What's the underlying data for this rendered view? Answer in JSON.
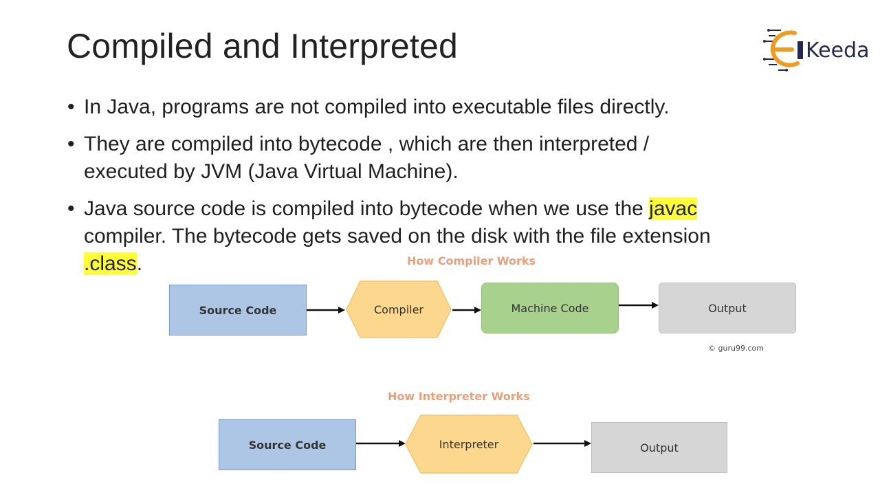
{
  "slide": {
    "title": "Compiled and Interpreted",
    "logo": {
      "text": "Keeda",
      "icon": "ekeeda-e-logo-icon"
    },
    "bullets": [
      {
        "text": "In Java, programs are not compiled into executable files directly."
      },
      {
        "line1": "They are compiled into bytecode , which are then interpreted /",
        "line2": "executed by  JVM (Java Virtual Machine)."
      },
      {
        "pre": "Java source code is compiled into bytecode when we use the ",
        "highlight1": "javac",
        "line2": "compiler. The bytecode gets saved on the disk with the file extension",
        "highlight2": ".class",
        "post": "."
      }
    ],
    "highlight_color": "#ffff33"
  },
  "compiler_diagram": {
    "title": "How Compiler Works",
    "steps": [
      "Source Code",
      "Compiler",
      "Machine Code",
      "Output"
    ],
    "credit": "© guru99.com"
  },
  "interpreter_diagram": {
    "title": "How Interpreter Works",
    "steps": [
      "Source Code",
      "Interpreter",
      "Output"
    ]
  },
  "colors": {
    "source_box": "#adc6e6",
    "process_hex": "#fbd88e",
    "machine_code_box": "#a9d18e",
    "output_box": "#d6d6d6",
    "diagram_title": "#e8a07a"
  }
}
